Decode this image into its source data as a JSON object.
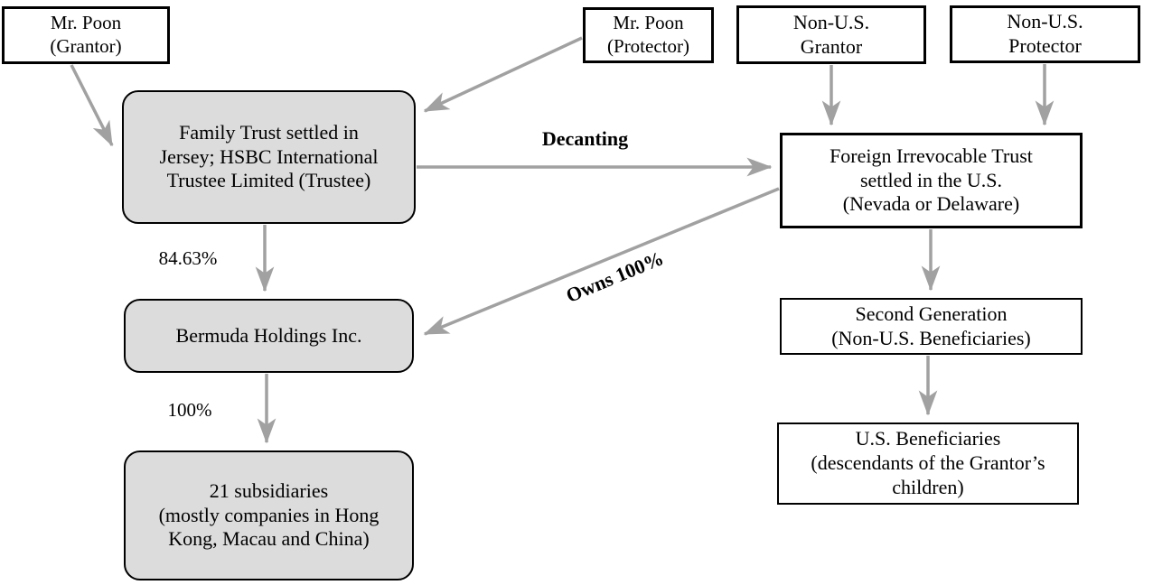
{
  "diagram": {
    "type": "flowchart",
    "nodes": {
      "poon_grantor": {
        "label": "Mr. Poon\n(Grantor)"
      },
      "poon_protector": {
        "label": "Mr. Poon\n(Protector)"
      },
      "nonus_grantor": {
        "label": "Non-U.S.\nGrantor"
      },
      "nonus_protector": {
        "label": "Non-U.S.\nProtector"
      },
      "family_trust": {
        "label": "Family Trust settled in\nJersey; HSBC International\nTrustee Limited (Trustee)"
      },
      "foreign_trust": {
        "label": "Foreign Irrevocable Trust\nsettled in the U.S.\n(Nevada or Delaware)"
      },
      "bermuda": {
        "label": "Bermuda Holdings Inc."
      },
      "subsidiaries": {
        "label": "21 subsidiaries\n(mostly companies in Hong\nKong, Macau and China)"
      },
      "second_generation": {
        "label": "Second Generation\n(Non-U.S. Beneficiaries)"
      },
      "us_beneficiaries": {
        "label": "U.S. Beneficiaries\n(descendants of the Grantor’s\nchildren)"
      }
    },
    "edge_labels": {
      "decanting": "Decanting",
      "owns_100": "Owns 100%",
      "pct_8463": "84.63%",
      "pct_100": "100%"
    },
    "edges": [
      {
        "from": "poon_grantor",
        "to": "family_trust"
      },
      {
        "from": "poon_protector",
        "to": "family_trust"
      },
      {
        "from": "family_trust",
        "to": "foreign_trust",
        "label": "Decanting"
      },
      {
        "from": "foreign_trust",
        "to": "bermuda",
        "label": "Owns 100%"
      },
      {
        "from": "family_trust",
        "to": "bermuda",
        "label": "84.63%"
      },
      {
        "from": "bermuda",
        "to": "subsidiaries",
        "label": "100%"
      },
      {
        "from": "nonus_grantor",
        "to": "foreign_trust"
      },
      {
        "from": "nonus_protector",
        "to": "foreign_trust"
      },
      {
        "from": "foreign_trust",
        "to": "second_generation"
      },
      {
        "from": "second_generation",
        "to": "us_beneficiaries"
      }
    ]
  },
  "colors": {
    "box_fill": "#dcdcdc",
    "box_border": "#000000",
    "arrow": "#a1a1a1",
    "text": "#000000",
    "background": "#ffffff"
  }
}
